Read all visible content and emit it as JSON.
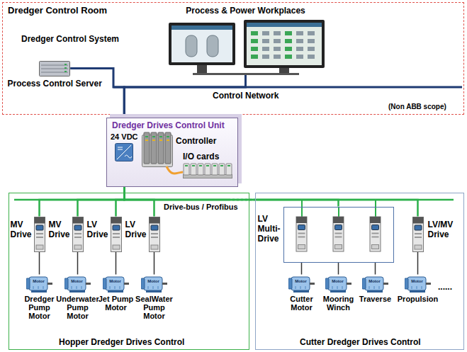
{
  "diagram": {
    "nodes": [
      {
        "text": [
          "Dredger Control Room"
        ]
      },
      {
        "text": [
          "Process & Power Workplaces"
        ],
        "in": 0
      },
      {
        "text": [
          "Process Control Server"
        ],
        "in": 0
      },
      {
        "text": [
          "Dredger Drives Control Unit"
        ]
      },
      {
        "text": [
          "24 VDC"
        ],
        "in": 3
      },
      {
        "text": [
          "Controller"
        ],
        "in": 3
      },
      {
        "text": [
          "I/O cards"
        ],
        "in": 3
      },
      {
        "text": [
          "Hopper Dredger Drives Control"
        ]
      },
      {
        "text": [
          "Cutter Dredger Drives Control"
        ]
      },
      {
        "text": [
          "MV Drive"
        ],
        "in": 7
      },
      {
        "text": [
          "MV Drive"
        ],
        "in": 7
      },
      {
        "text": [
          "LV Drive"
        ],
        "in": 7
      },
      {
        "text": [
          "LV Drive"
        ],
        "in": 7
      },
      {
        "text": [
          "LV Multi-Drive"
        ],
        "in": 8
      },
      {
        "text": [
          "LV/MV Drive"
        ],
        "in": 8
      },
      {
        "text": [
          "Motor",
          "Dredger Pump Motor"
        ],
        "in": 7
      },
      {
        "text": [
          "Motor",
          "Underwater Pump Motor"
        ],
        "in": 7
      },
      {
        "text": [
          "Motor",
          "Jet Pump Motor"
        ],
        "in": 7
      },
      {
        "text": [
          "Motor",
          "SealWater Pump Motor"
        ],
        "in": 7
      },
      {
        "text": [
          "Motor",
          "Cutter Motor"
        ],
        "in": 8
      },
      {
        "text": [
          "Motor",
          "Mooring Winch"
        ],
        "in": 8
      },
      {
        "text": [
          "Motor",
          "Traverse"
        ],
        "in": 8
      },
      {
        "text": [
          "Motor",
          "Propulsion"
        ],
        "in": 8
      }
    ],
    "edges": [
      {
        "from": 2,
        "to": 3,
        "arrow": "none"
      },
      {
        "from": 1,
        "to": 3,
        "arrow": "none"
      },
      {
        "from": 3,
        "to": 9,
        "arrow": "none"
      },
      {
        "from": 3,
        "to": 10,
        "arrow": "none"
      },
      {
        "from": 3,
        "to": 11,
        "arrow": "none"
      },
      {
        "from": 3,
        "to": 12,
        "arrow": "none"
      },
      {
        "from": 3,
        "to": 13,
        "arrow": "none"
      },
      {
        "from": 3,
        "to": 14,
        "arrow": "none"
      },
      {
        "from": 9,
        "to": 15,
        "arrow": "none"
      },
      {
        "from": 10,
        "to": 16,
        "arrow": "none"
      },
      {
        "from": 11,
        "to": 17,
        "arrow": "none"
      },
      {
        "from": 12,
        "to": 18,
        "arrow": "none"
      },
      {
        "from": 13,
        "to": 19,
        "arrow": "none"
      },
      {
        "from": 13,
        "to": 20,
        "arrow": "none"
      },
      {
        "from": 13,
        "to": 21,
        "arrow": "none"
      },
      {
        "from": 14,
        "to": 22,
        "arrow": "none"
      }
    ],
    "labels": [
      "Dredger Control System",
      "Control Network",
      "(Non ABB scope)",
      "Drive-bus / Profibus",
      "......"
    ]
  }
}
